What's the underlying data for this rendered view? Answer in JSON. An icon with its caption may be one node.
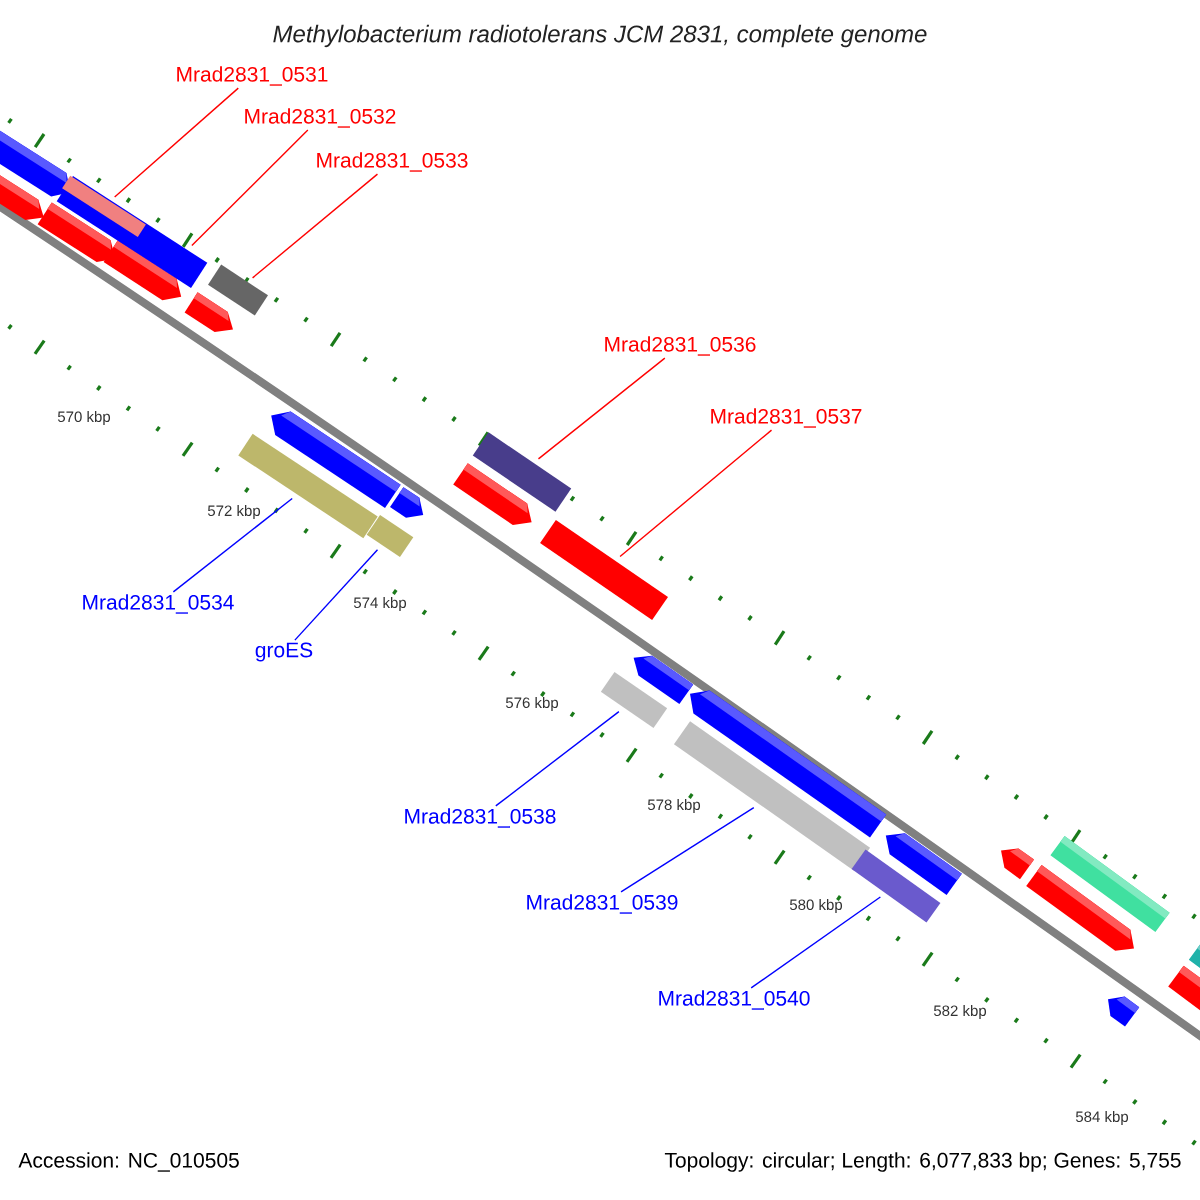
{
  "diagram": {
    "title": "*Methylobacterium radiotolerans JCM 2831, complete genome*",
    "nodes": [
      {
        "text": [
          "Mrad2831_0531"
        ]
      },
      {
        "text": [
          "Mrad2831_0532"
        ]
      },
      {
        "text": [
          "Mrad2831_0533"
        ]
      },
      {
        "text": [
          "Mrad2831_0536"
        ]
      },
      {
        "text": [
          "Mrad2831_0537"
        ]
      },
      {
        "text": [
          "Mrad2831_0534"
        ]
      },
      {
        "text": [
          "groES"
        ]
      },
      {
        "text": [
          "Mrad2831_0538"
        ]
      },
      {
        "text": [
          "Mrad2831_0539"
        ]
      },
      {
        "text": [
          "Mrad2831_0540"
        ]
      },
      {
        "text": [],
        "shape": "bar",
        "in": 11
      },
      {
        "text": [],
        "shape": "bar"
      },
      {
        "text": [],
        "shape": "bar"
      },
      {
        "text": [],
        "shape": "bar"
      },
      {
        "text": [],
        "shape": "bar"
      },
      {
        "text": [],
        "shape": "bar"
      },
      {
        "text": [],
        "shape": "bar"
      },
      {
        "text": [],
        "shape": "bar"
      },
      {
        "text": [],
        "shape": "bar"
      },
      {
        "text": [],
        "shape": "bar"
      }
    ],
    "edges": [
      {
        "from": 0,
        "to": 10,
        "arrow": "none",
        "color": "#ff0000"
      },
      {
        "from": 1,
        "to": 11,
        "arrow": "none",
        "color": "#ff0000"
      },
      {
        "from": 2,
        "to": 12,
        "arrow": "none",
        "color": "#ff0000"
      },
      {
        "from": 3,
        "to": 15,
        "arrow": "none",
        "color": "#ff0000"
      },
      {
        "from": 4,
        "to": 16,
        "arrow": "none",
        "color": "#ff0000"
      },
      {
        "from": 5,
        "to": 13,
        "arrow": "none",
        "color": "#0000ff"
      },
      {
        "from": 6,
        "to": 14,
        "arrow": "none",
        "color": "#0000ff"
      },
      {
        "from": 7,
        "to": 17,
        "arrow": "none",
        "color": "#0000ff"
      },
      {
        "from": 8,
        "to": 18,
        "arrow": "none",
        "color": "#0000ff"
      },
      {
        "from": 9,
        "to": 19,
        "arrow": "none",
        "color": "#0000ff"
      }
    ],
    "labels": [
      "570 kbp",
      "572 kbp",
      "574 kbp",
      "576 kbp",
      "578 kbp",
      "580 kbp",
      "582 kbp",
      "584 kbp",
      "Accession: NC_010505",
      "Topology: circular; Length: 6,077,833 bp; Genes: 5,755"
    ]
  }
}
